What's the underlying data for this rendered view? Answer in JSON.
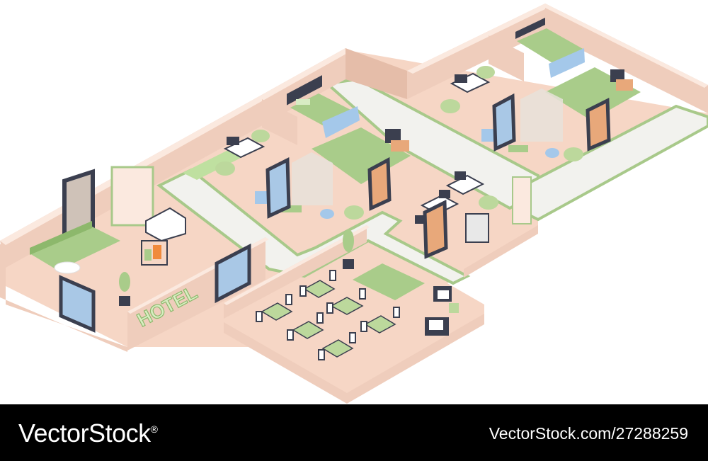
{
  "sign": {
    "text": "HOTEL"
  },
  "footer": {
    "logo": "VectorStock",
    "logo_suffix": "®",
    "image_id": "VectorStock.com/27288259"
  },
  "colors": {
    "floor": "#f6d6c5",
    "wall_top": "#fbe9df",
    "wall_face": "#efcdbc",
    "wall_shade": "#e5bda9",
    "corridor": "#f2f2ee",
    "corridor_edge": "#a8c98a",
    "carpet": "#a9cc8a",
    "carpet_dark": "#8db86c",
    "door_frame": "#3b3f4f",
    "door_glass": "#a9c8e6",
    "bed_blanket": "#a4c8ea",
    "chair": "#bcd89c",
    "footer_bg": "#000000",
    "footer_text": "#ffffff"
  }
}
